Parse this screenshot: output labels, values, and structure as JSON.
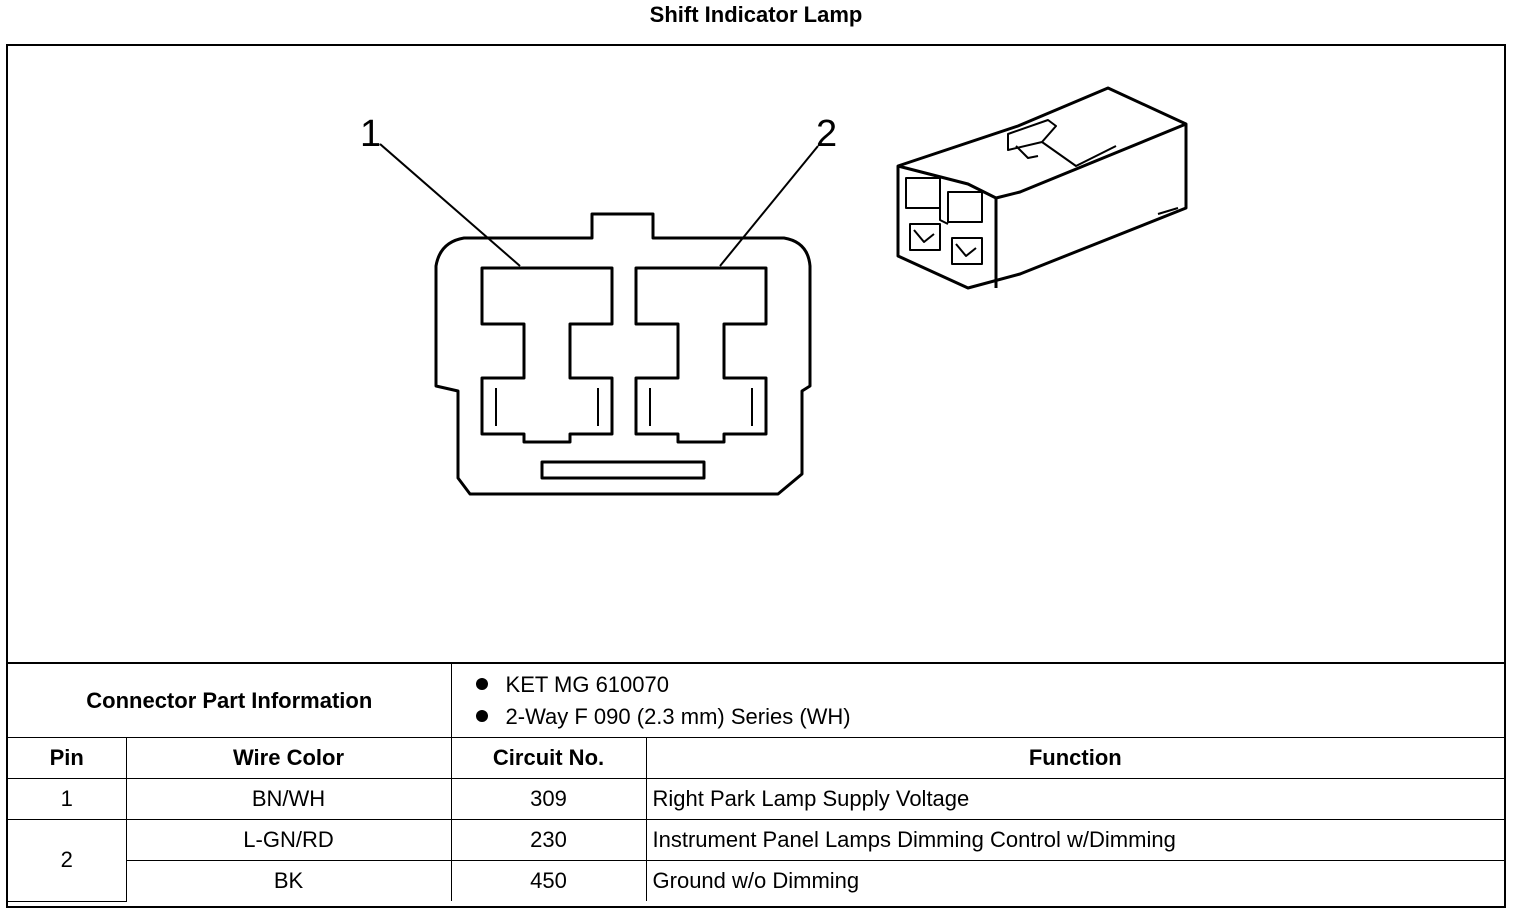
{
  "title": "Shift Indicator Lamp",
  "diagram": {
    "callouts": [
      "1",
      "2"
    ]
  },
  "connector_info": {
    "label": "Connector Part Information",
    "items": [
      "KET MG 610070",
      "2-Way F 090 (2.3 mm) Series (WH)"
    ]
  },
  "table": {
    "headers": [
      "Pin",
      "Wire Color",
      "Circuit No.",
      "Function"
    ],
    "rows": [
      {
        "pin": "1",
        "wire_color": "BN/WH",
        "circuit": "309",
        "function": "Right Park Lamp Supply Voltage"
      },
      {
        "pin": "2",
        "wire_color": "L-GN/RD",
        "circuit": "230",
        "function": "Instrument Panel Lamps Dimming Control w/Dimming"
      },
      {
        "pin": "",
        "wire_color": "BK",
        "circuit": "450",
        "function": "Ground w/o Dimming"
      }
    ]
  }
}
